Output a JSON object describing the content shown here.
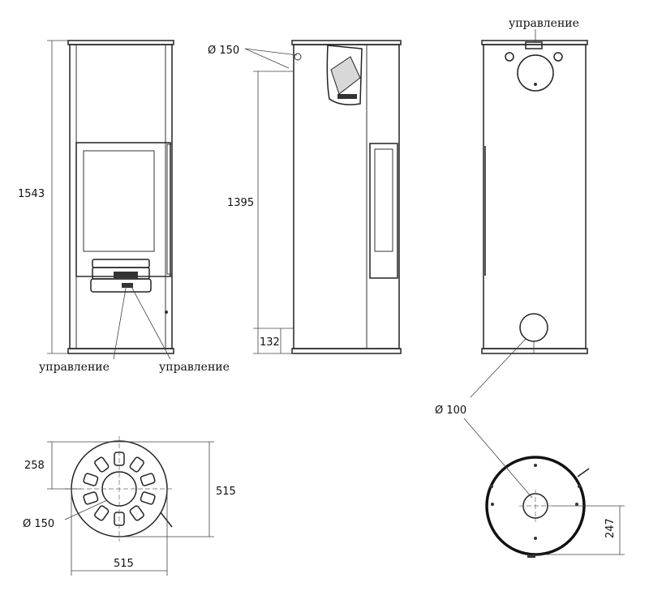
{
  "labels": {
    "control": "управление"
  },
  "dimensions": {
    "height_total": "1543",
    "height_flue_side": "1395",
    "height_air_inlet": "132",
    "flue_top": "Ø 150",
    "flue_bottom_view": "Ø 150",
    "air_inlet": "Ø 100",
    "offset_258": "258",
    "width_515_vertical": "515",
    "width_515_horizontal": "515",
    "offset_247": "247"
  }
}
